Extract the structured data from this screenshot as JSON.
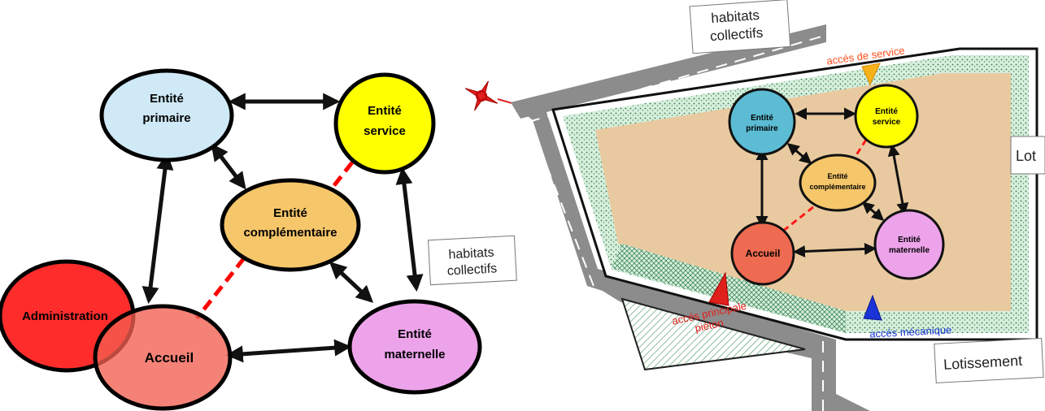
{
  "top_partial_text": "",
  "colors": {
    "primaire": "#cfe9f6",
    "service": "#ffff00",
    "complementaire": "#f6c66a",
    "accueil": "#f28070",
    "administration": "#ff1a1a",
    "maternelle": "#eda3ea",
    "plan_primaire": "#5bbcd4",
    "plan_accueil": "#ee6a50",
    "arrow": "#111111",
    "dashed": "#ff0000",
    "road": "#8c8c8c",
    "site": "#e9caa0",
    "service_access": "#ff4d1a",
    "main_access": "#e0201a",
    "mechanical_access": "#1a33d6"
  },
  "diagram": {
    "primaire": {
      "line1": "Entité",
      "line2": "primaire"
    },
    "service": {
      "line1": "Entité",
      "line2": "service"
    },
    "complementaire": {
      "line1": "Entité",
      "line2": "complémentaire"
    },
    "administration": "Administration",
    "accueil": "Accueil",
    "maternelle": {
      "line1": "Entité",
      "line2": "maternelle"
    },
    "habitats": {
      "line1": "habitats",
      "line2": "collectifs"
    }
  },
  "plan": {
    "habitats_top": {
      "line1": "habitats",
      "line2": "collectifs"
    },
    "lot_right_top": "Lot",
    "lotissement": "Lotissement",
    "acces_service": "accés de service",
    "acces_principale": {
      "line1": "accés principale",
      "line2": "piéton"
    },
    "acces_mecanique": "accés mécanique",
    "primaire": {
      "line1": "Entité",
      "line2": "primaire"
    },
    "service": {
      "line1": "Entité",
      "line2": "service"
    },
    "complementaire": {
      "line1": "Entité",
      "line2": "complémentaire"
    },
    "accueil": "Accueil",
    "maternelle": {
      "line1": "Entité",
      "line2": "maternelle"
    }
  }
}
